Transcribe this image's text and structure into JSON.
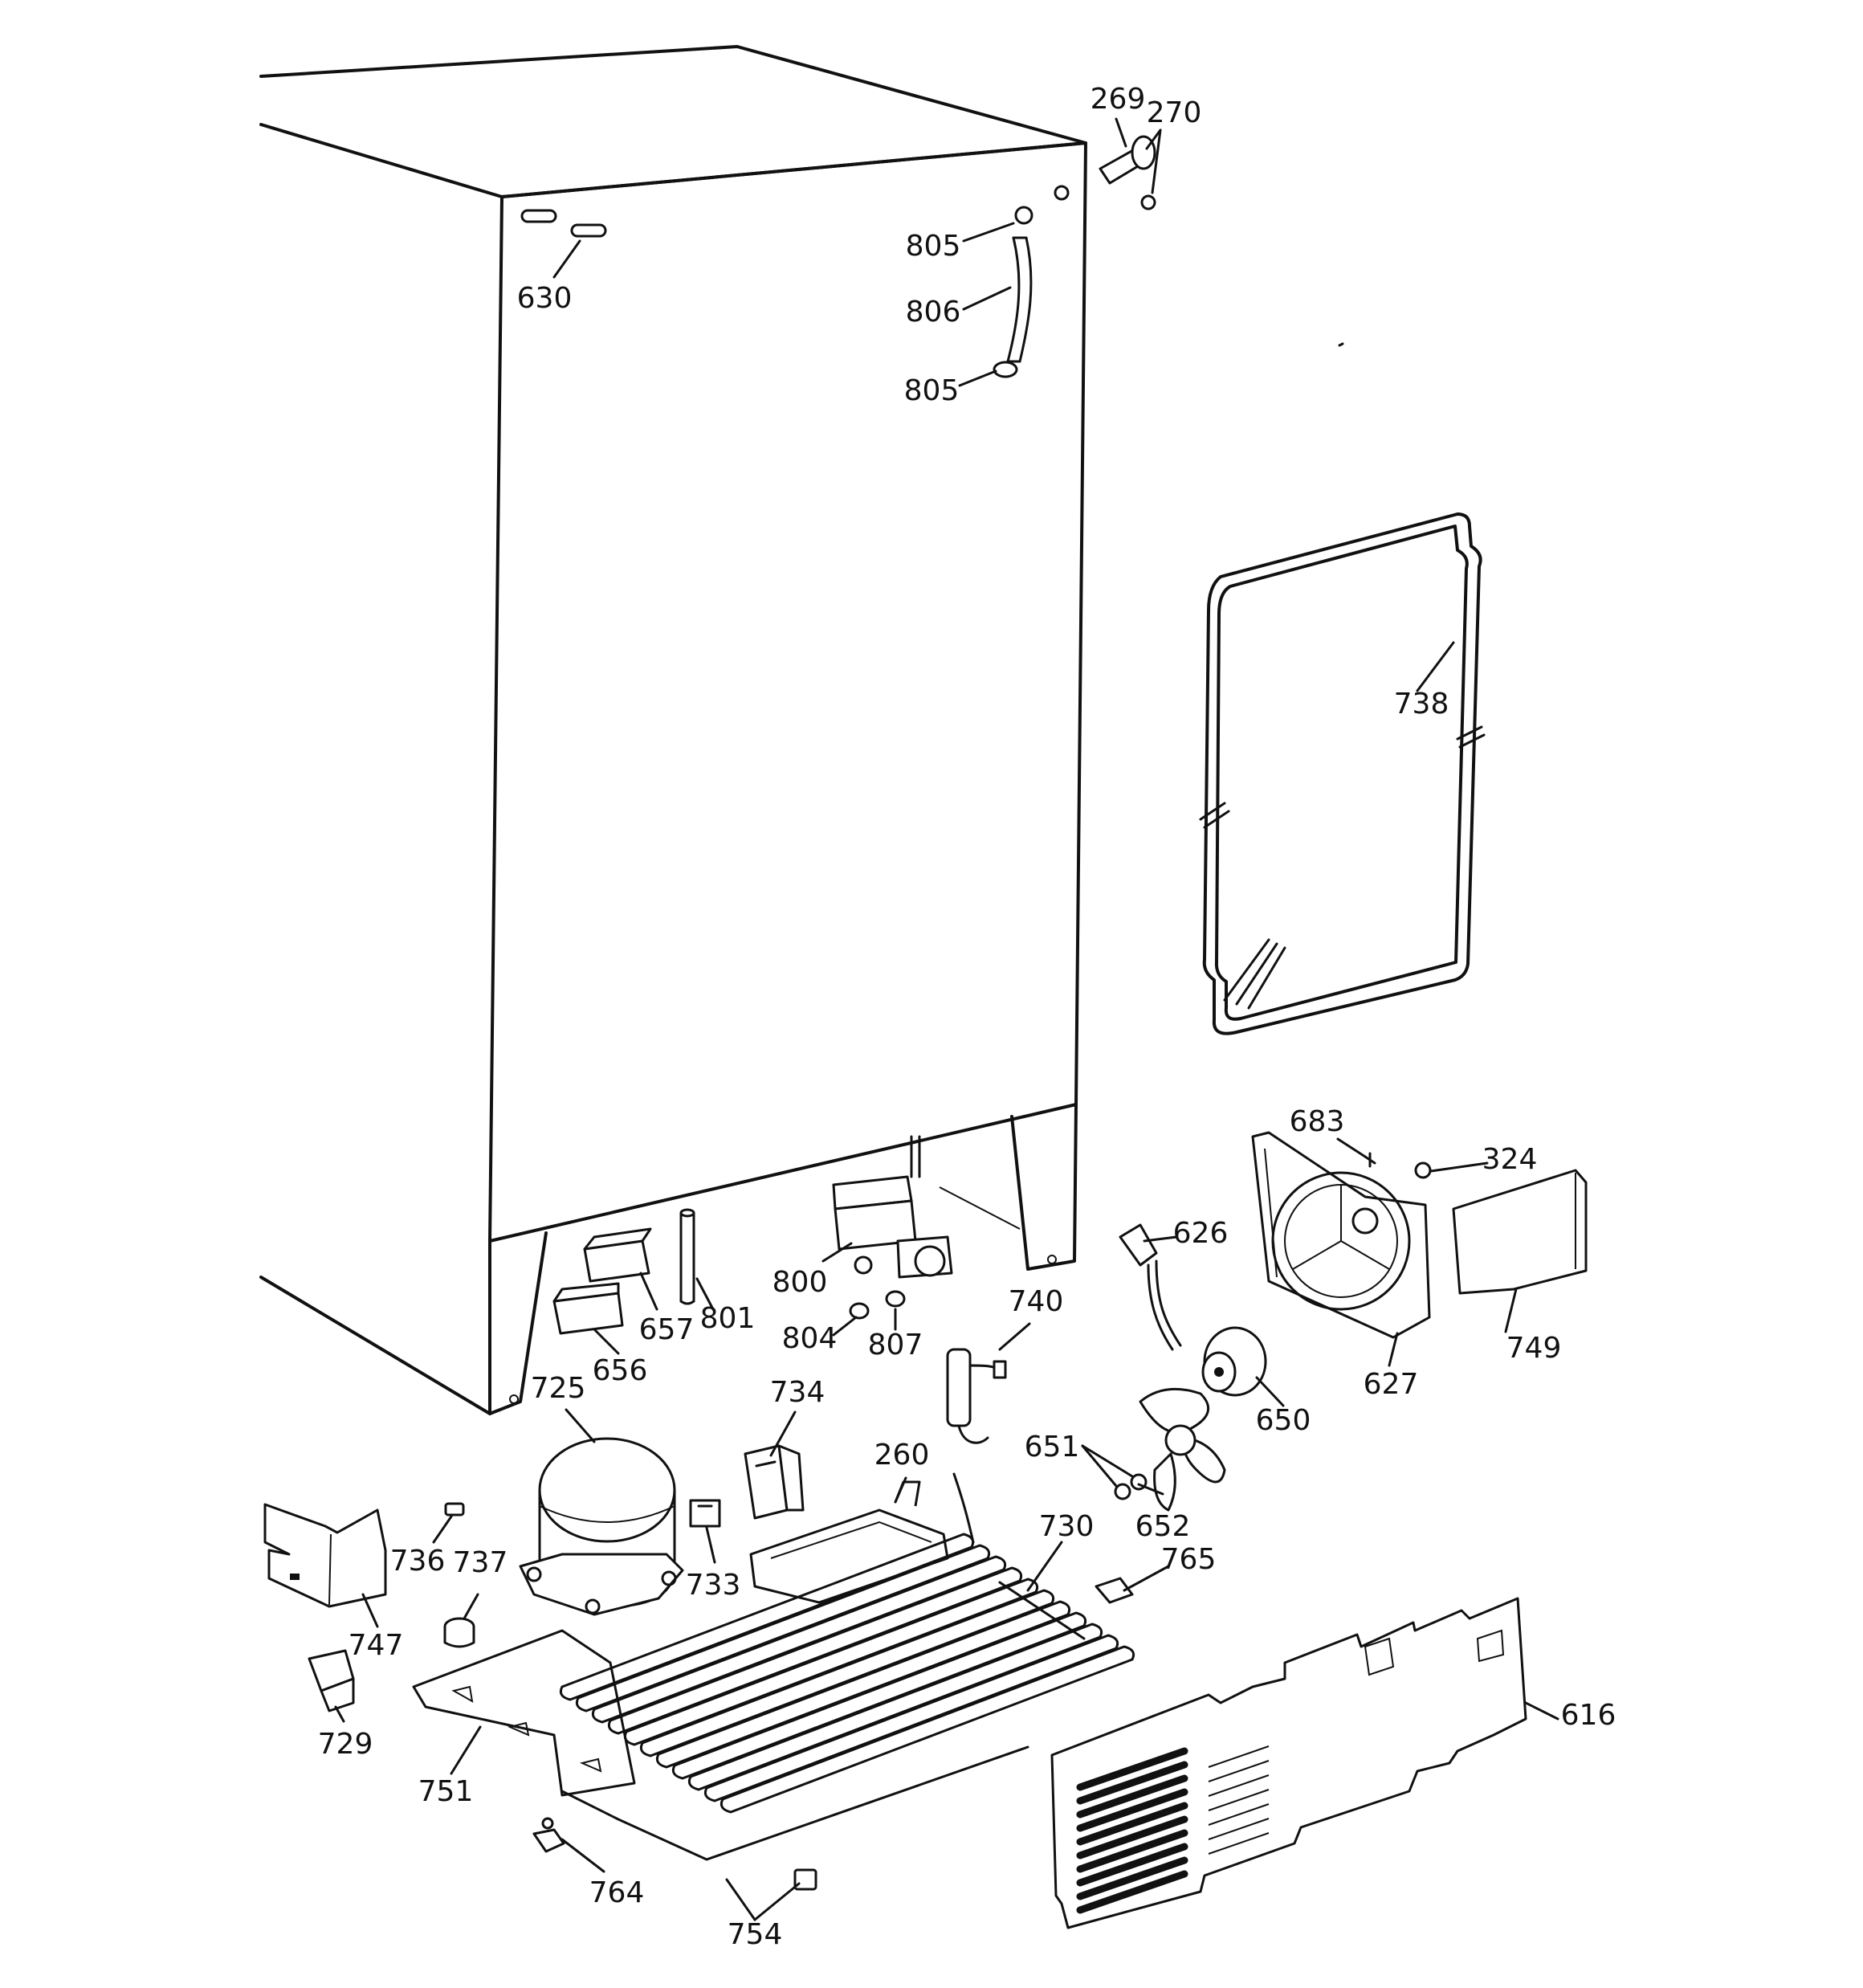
{
  "labels": {
    "p269": "269",
    "p270": "270",
    "p805a": "805",
    "p806": "806",
    "p805b": "805",
    "p630": "630",
    "p738": "738",
    "p683": "683",
    "p324": "324",
    "p626": "626",
    "p749": "749",
    "p627": "627",
    "p650": "650",
    "p800": "800",
    "p801": "801",
    "p657": "657",
    "p656": "656",
    "p804": "804",
    "p807": "807",
    "p740": "740",
    "p725": "725",
    "p734": "734",
    "p260": "260",
    "p651": "651",
    "p652": "652",
    "p730": "730",
    "p765": "765",
    "p736": "736",
    "p737": "737",
    "p733": "733",
    "p747": "747",
    "p729": "729",
    "p751": "751",
    "p616": "616",
    "p764": "764",
    "p754": "754"
  }
}
